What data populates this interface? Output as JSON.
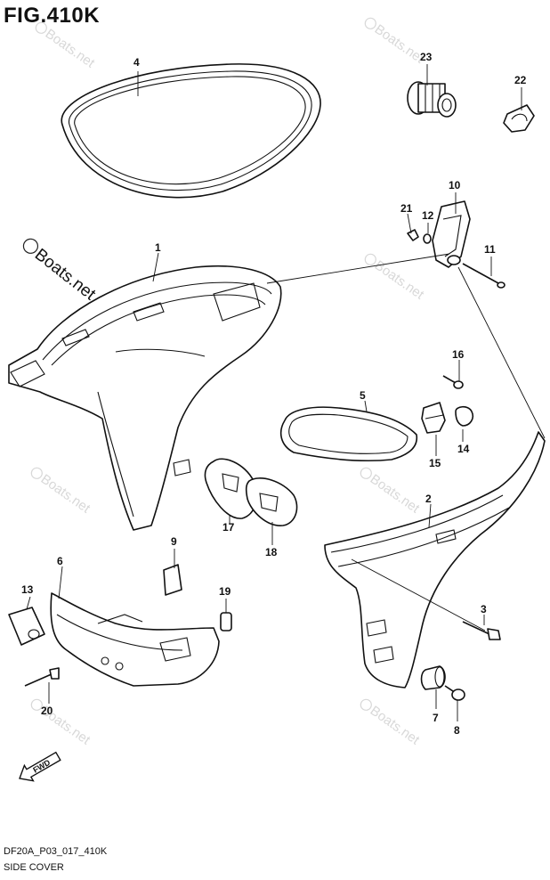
{
  "header": {
    "figure": "FIG.410K"
  },
  "footer": {
    "code": "DF20A_P03_017_410K",
    "caption": "SIDE COVER"
  },
  "watermark": {
    "text": "Boats.net",
    "color": "#d8d8d8"
  },
  "fwd_arrow": {
    "label": "FWD"
  },
  "callouts": [
    {
      "id": "c1",
      "label": "1"
    },
    {
      "id": "c2",
      "label": "2"
    },
    {
      "id": "c3",
      "label": "3"
    },
    {
      "id": "c4",
      "label": "4"
    },
    {
      "id": "c5",
      "label": "5"
    },
    {
      "id": "c6",
      "label": "6"
    },
    {
      "id": "c7",
      "label": "7"
    },
    {
      "id": "c8",
      "label": "8"
    },
    {
      "id": "c9",
      "label": "9"
    },
    {
      "id": "c10",
      "label": "10"
    },
    {
      "id": "c11",
      "label": "11"
    },
    {
      "id": "c12",
      "label": "12"
    },
    {
      "id": "c13",
      "label": "13"
    },
    {
      "id": "c14",
      "label": "14"
    },
    {
      "id": "c15",
      "label": "15"
    },
    {
      "id": "c16",
      "label": "16"
    },
    {
      "id": "c17",
      "label": "17"
    },
    {
      "id": "c18",
      "label": "18"
    },
    {
      "id": "c19",
      "label": "19"
    },
    {
      "id": "c20",
      "label": "20"
    },
    {
      "id": "c21",
      "label": "21"
    },
    {
      "id": "c22",
      "label": "22"
    },
    {
      "id": "c23",
      "label": "23"
    }
  ]
}
